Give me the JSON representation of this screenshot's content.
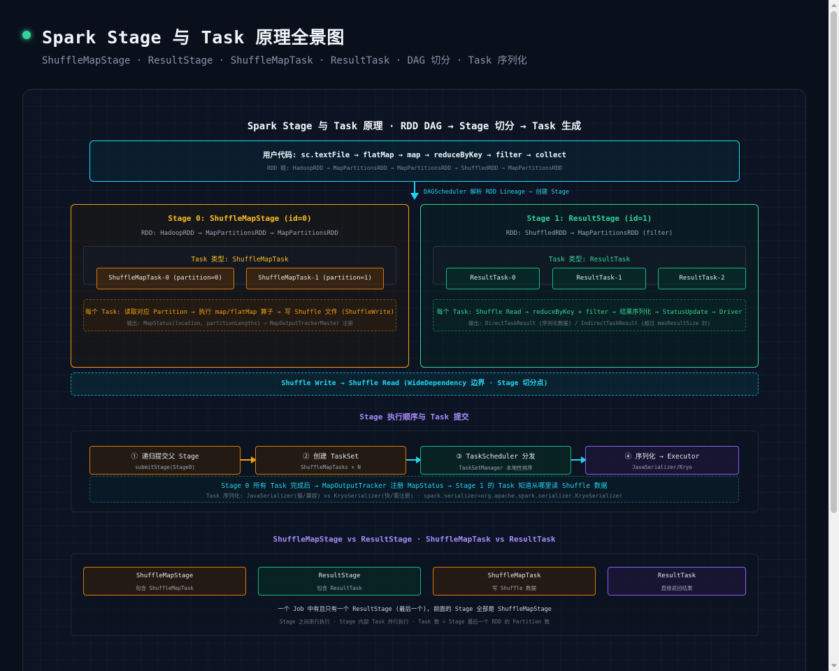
{
  "page": {
    "title": "Spark Stage 与 Task 原理全景图",
    "subtitle": "ShuffleMapStage · ResultStage · ShuffleMapTask · ResultTask · DAG 切分 · Task 序列化"
  },
  "diagram": {
    "title": "Spark Stage 与 Task 原理 · RDD DAG → Stage 切分 → Task 生成",
    "code": {
      "main": "用户代码: sc.textFile → flatMap → map → reduceByKey → filter → collect",
      "rdd_chain": "RDD 链: HadoopRDD → MapPartitionsRDD → MapPartitionsRDD → ShuffledRDD → MapPartitionsRDD"
    },
    "arrow_label": "DAGScheduler 解析 RDD Lineage → 创建 Stage",
    "stage0": {
      "title": "Stage 0: ShuffleMapStage (id=0)",
      "rdd": "RDD: HadoopRDD → MapPartitionsRDD → MapPartitionsRDD",
      "task_type": "Task 类型: ShuffleMapTask",
      "tasks": [
        "ShuffleMapTask-0 (partition=0)",
        "ShuffleMapTask-1 (partition=1)"
      ],
      "info_main": "每个 Task: 读取对应 Partition → 执行 map/flatMap 算子 → 写 Shuffle 文件 (ShuffleWrite)",
      "info_sub": "输出: MapStatus(location, partitionLengths) → MapOutputTrackerMaster 注册"
    },
    "stage1": {
      "title": "Stage 1: ResultStage (id=1)",
      "rdd": "RDD: ShuffledRDD → MapPartitionsRDD (filter)",
      "task_type": "Task 类型: ResultTask",
      "tasks": [
        "ResultTask-0",
        "ResultTask-1",
        "ResultTask-2"
      ],
      "info_main": "每个 Task: Shuffle Read → reduceByKey + filter → 结果序列化 → StatusUpdate → Driver",
      "info_sub": "输出: DirectTaskResult (序列化数据) / IndirectTaskResult (超过 maxResultSize 时)"
    },
    "shuffle_bar": "Shuffle Write → Shuffle Read (WideDependency 边界 · Stage 切分点)",
    "exec": {
      "title": "Stage 执行顺序与 Task 提交",
      "steps": [
        {
          "title": "① 递归提交父 Stage",
          "sub": "submitStage(Stage0)"
        },
        {
          "title": "② 创建 TaskSet",
          "sub": "ShuffleMapTasks × N"
        },
        {
          "title": "③ TaskScheduler 分发",
          "sub": "TaskSetManager 本地性排序"
        },
        {
          "title": "④ 序列化 → Executor",
          "sub": "JavaSerializer/Kryo"
        }
      ],
      "note_main": "Stage 0 所有 Task 完成后 → MapOutputTracker 注册 MapStatus → Stage 1 的 Task 知道从哪里读 Shuffle 数据",
      "note_sub": "Task 序列化: JavaSerializer(慢/兼容) vs KryoSerializer(快/需注册) · spark.serializer=org.apache.spark.serializer.KryoSerializer"
    },
    "compare": {
      "title": "ShuffleMapStage vs ResultStage · ShuffleMapTask vs ResultTask",
      "boxes": [
        {
          "title": "ShuffleMapStage",
          "sub": "包含 ShuffleMapTask"
        },
        {
          "title": "ResultStage",
          "sub": "包含 ResultTask"
        },
        {
          "title": "ShuffleMapTask",
          "sub": "写 Shuffle 数据"
        },
        {
          "title": "ResultTask",
          "sub": "直接返回结果"
        }
      ],
      "note1": "一个 Job 中有且只有一个 ResultStage (最后一个), 前面的 Stage 全部是 ShuffleMapStage",
      "note2": "Stage 之间串行执行 · Stage 内部 Task 并行执行 · Task 数 = Stage 最后一个 RDD 的 Partition 数"
    }
  },
  "colors": {
    "cyan": "#22d3ee",
    "orange": "#f59e0b",
    "green": "#34d399",
    "purple": "#a78bfa"
  }
}
